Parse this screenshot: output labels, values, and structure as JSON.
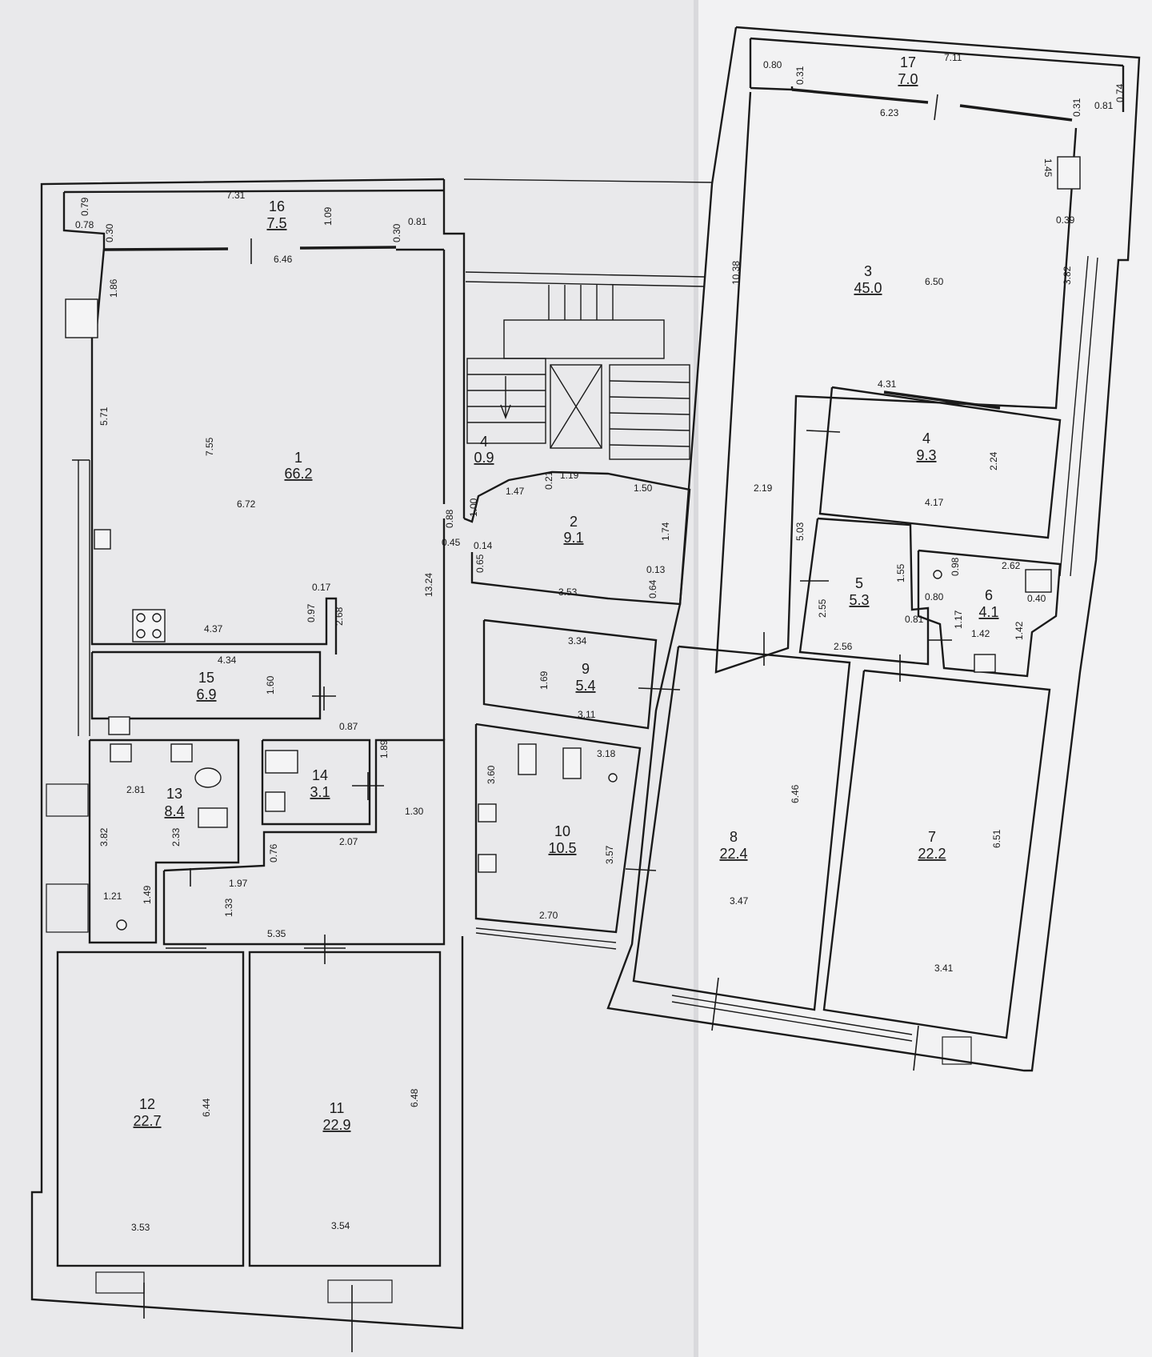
{
  "rooms": [
    {
      "id": "1",
      "area": "66.2"
    },
    {
      "id": "2",
      "area": "9.1"
    },
    {
      "id": "3",
      "area": "45.0"
    },
    {
      "id": "4",
      "area": "0.9"
    },
    {
      "id": "4",
      "area": "9.3"
    },
    {
      "id": "5",
      "area": "5.3"
    },
    {
      "id": "6",
      "area": "4.1"
    },
    {
      "id": "7",
      "area": "22.2"
    },
    {
      "id": "8",
      "area": "22.4"
    },
    {
      "id": "9",
      "area": "5.4"
    },
    {
      "id": "10",
      "area": "10.5"
    },
    {
      "id": "11",
      "area": "22.9"
    },
    {
      "id": "12",
      "area": "22.7"
    },
    {
      "id": "13",
      "area": "8.4"
    },
    {
      "id": "14",
      "area": "3.1"
    },
    {
      "id": "15",
      "area": "6.9"
    },
    {
      "id": "16",
      "area": "7.5"
    },
    {
      "id": "17",
      "area": "7.0"
    }
  ],
  "dimensions": {
    "r16": [
      "0.79",
      "0.78",
      "7.31",
      "1.09",
      "0.30",
      "0.30",
      "0.81",
      "6.46"
    ],
    "r1": [
      "1.86",
      "5.71",
      "7.55",
      "6.72",
      "4.37",
      "0.17",
      "0.97",
      "2.68"
    ],
    "r15": [
      "4.34",
      "1.60",
      "0.87"
    ],
    "r13": [
      "2.81",
      "3.82",
      "2.33",
      "1.21",
      "1.49"
    ],
    "r14": [
      "1.89",
      "2.07",
      "0.76"
    ],
    "corridor": [
      "1.30",
      "13.24",
      "1.97",
      "1.33",
      "5.35"
    ],
    "r12": [
      "6.44",
      "3.53"
    ],
    "r11": [
      "6.48",
      "3.54"
    ],
    "r2": [
      "0.88",
      "1.00",
      "0.21",
      "1.19",
      "1.50",
      "1.47",
      "0.45",
      "0.14",
      "0.65",
      "1.74",
      "0.13",
      "0.64",
      "3.53"
    ],
    "r9": [
      "3.34",
      "1.69",
      "3.11"
    ],
    "r10": [
      "3.60",
      "3.18",
      "3.57",
      "2.70"
    ],
    "r17": [
      "0.80",
      "0.31",
      "7.11",
      "0.74",
      "0.31",
      "0.81",
      "6.23"
    ],
    "r3": [
      "1.45",
      "0.39",
      "10.38",
      "6.50",
      "3.82"
    ],
    "r4b": [
      "4.31",
      "2.24",
      "4.17"
    ],
    "r5": [
      "2.19",
      "5.03",
      "1.55",
      "2.55",
      "2.56"
    ],
    "r6": [
      "0.98",
      "2.62",
      "0.80",
      "0.40",
      "0.81",
      "1.17",
      "1.42",
      "1.42"
    ],
    "r8": [
      "6.46",
      "3.47"
    ],
    "r7": [
      "6.51",
      "3.41"
    ]
  }
}
